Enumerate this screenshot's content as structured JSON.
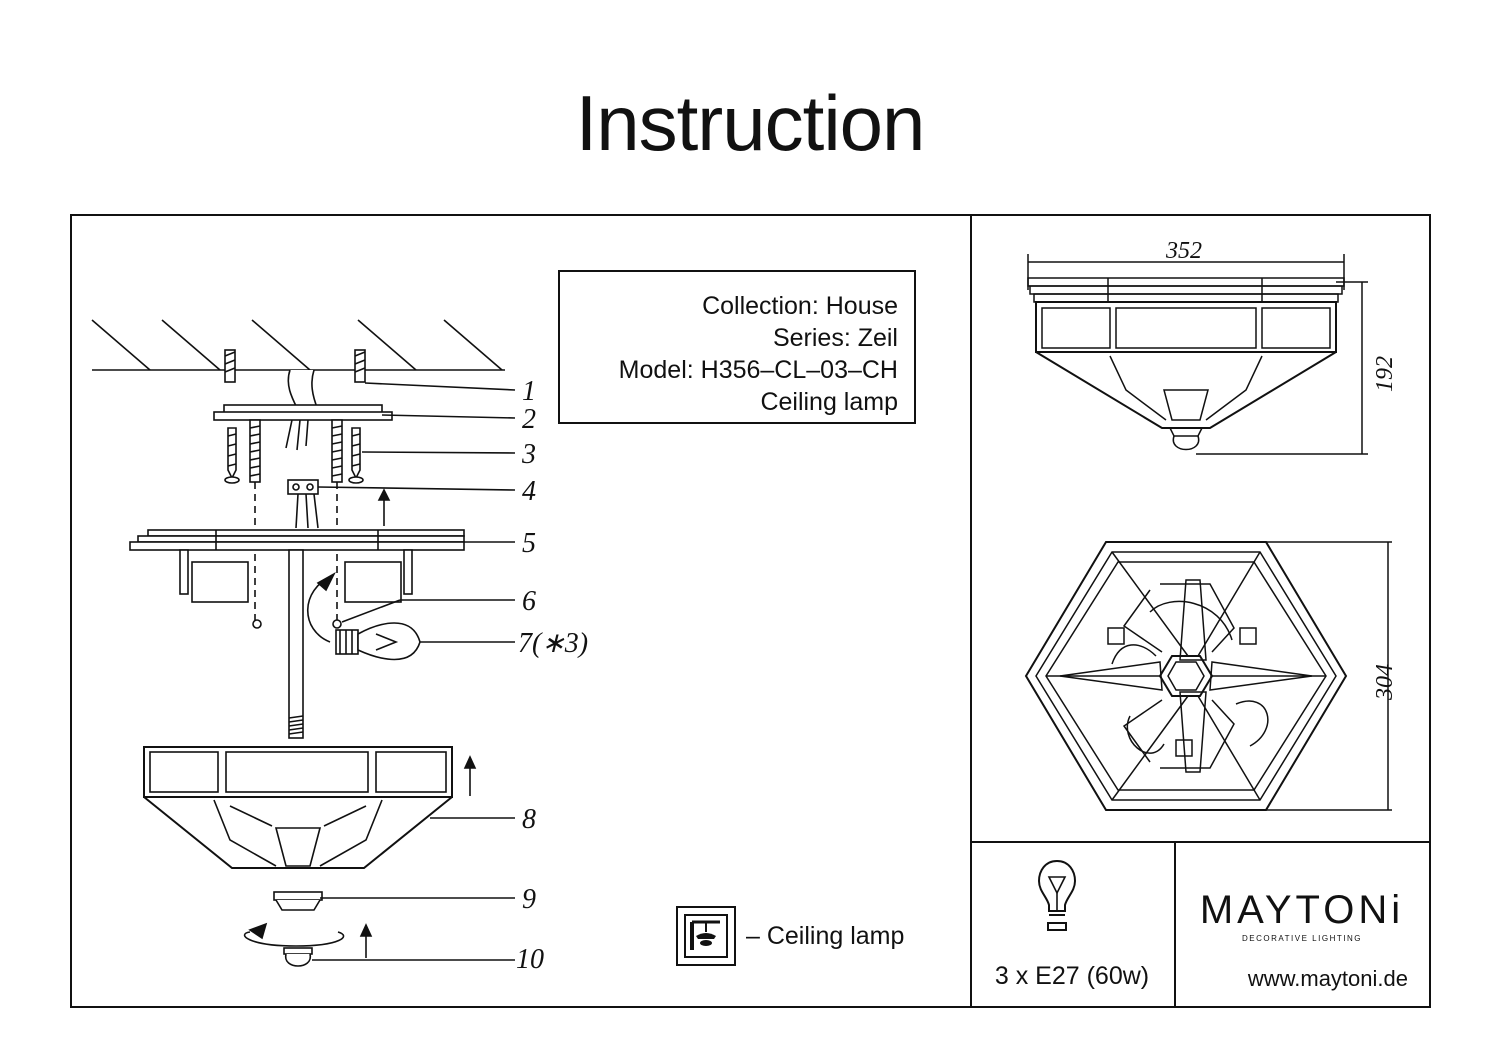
{
  "header": {
    "title": "Instruction"
  },
  "info": {
    "collection": "Collection: House",
    "series": "Series: Zeil",
    "model": "Model: H356–CL–03–CH",
    "type": "Ceiling lamp"
  },
  "legend": {
    "label": "– Ceiling lamp",
    "icon": "ceiling-lamp-icon"
  },
  "parts": {
    "p1": "1",
    "p2": "2",
    "p3": "3",
    "p4": "4",
    "p5": "5",
    "p6": "6",
    "p7": "7(∗3)",
    "p8": "8",
    "p9": "9",
    "p10": "10"
  },
  "dimensions": {
    "width": "352",
    "height": "192",
    "depth": "304"
  },
  "spec": {
    "bulbs": "3 x E27 (60w)",
    "icon": "light-bulb-icon"
  },
  "brand": {
    "name": "MAYTONi",
    "tagline": "DECORATIVE LIGHTING",
    "website": "www.maytoni.de"
  },
  "colors": {
    "ink": "#111111",
    "background": "#ffffff"
  }
}
